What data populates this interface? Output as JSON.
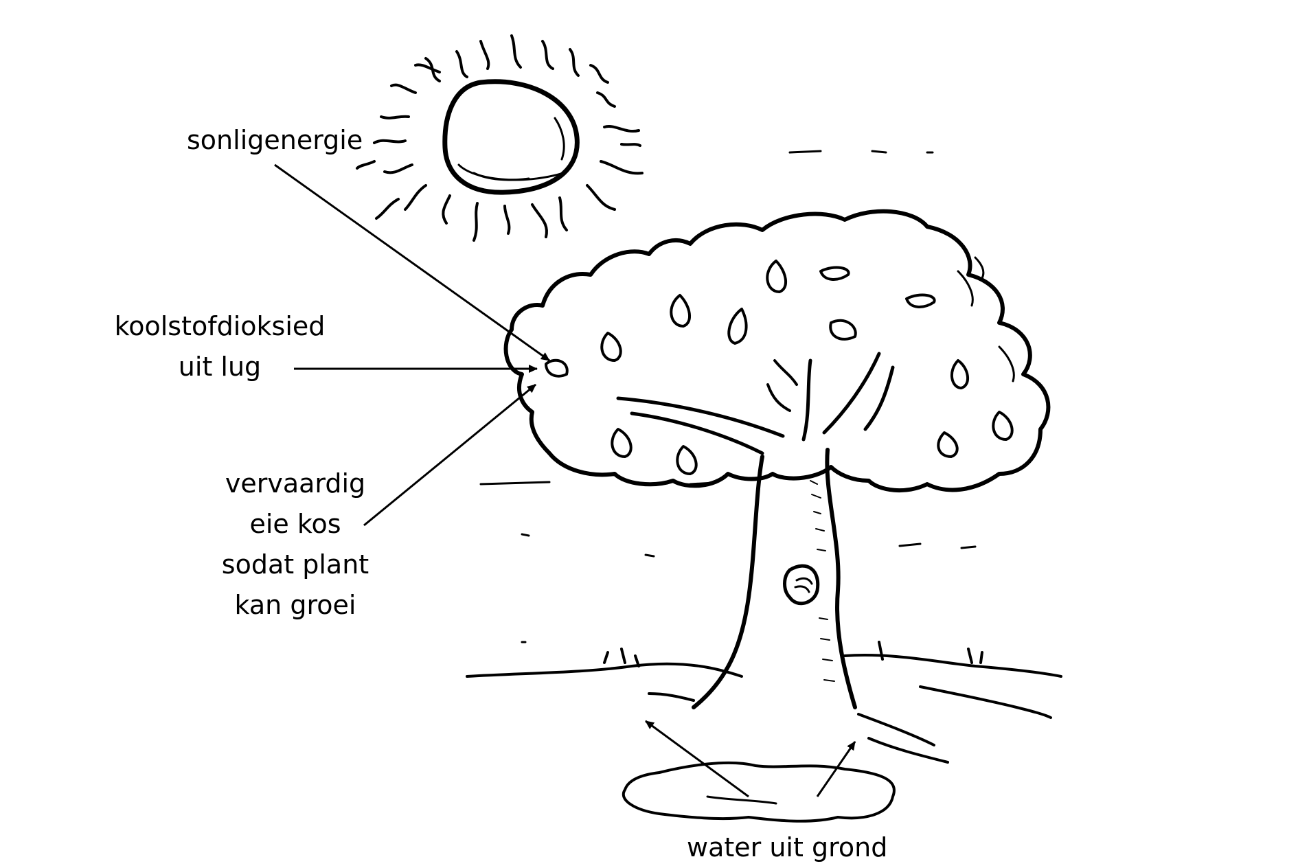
{
  "labels": {
    "sunlight": "sonligenergie",
    "co2_line1": "koolstofdioksied",
    "co2_line2": "uit lug",
    "food_line1": "vervaardig",
    "food_line2": "eie kos",
    "food_line3": "sodat plant",
    "food_line4": "kan groei",
    "water": "water uit grond"
  }
}
